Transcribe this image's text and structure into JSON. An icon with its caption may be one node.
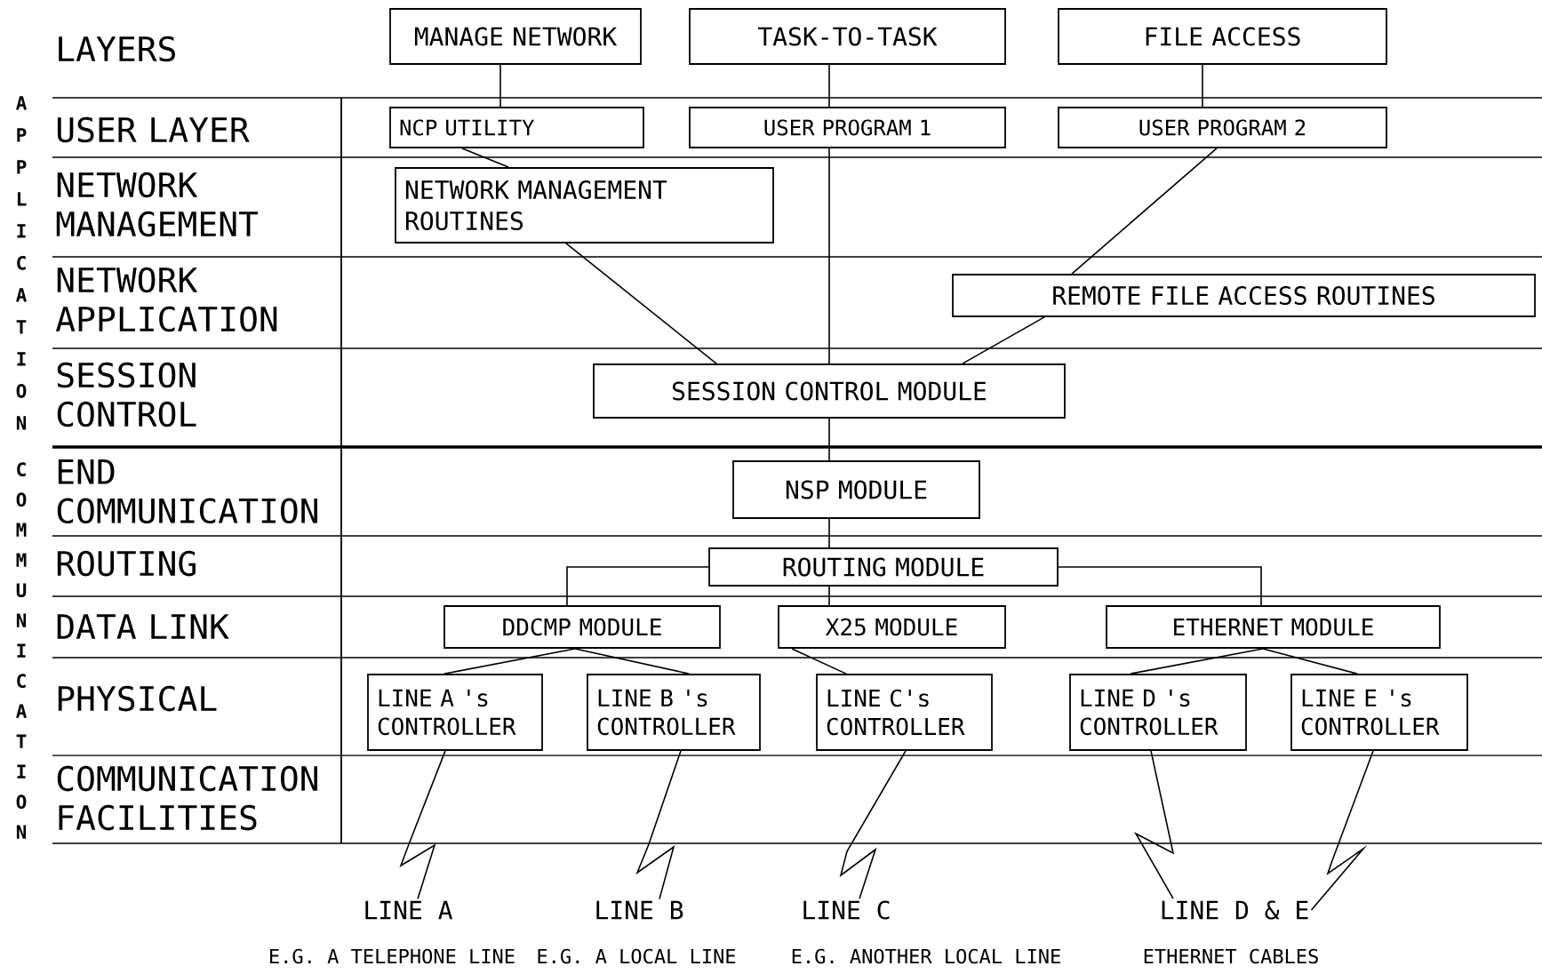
{
  "diagram": {
    "nodes": [
      {
        "text": [
          "MANAGE NETWORK"
        ]
      },
      {
        "text": [
          "TASK-TO-TASK"
        ]
      },
      {
        "text": [
          "FILE ACCESS"
        ]
      },
      {
        "text": [
          "NCP UTILITY"
        ]
      },
      {
        "text": [
          "USER PROGRAM 1"
        ]
      },
      {
        "text": [
          "USER PROGRAM 2"
        ]
      },
      {
        "text": [
          "NETWORK MANAGEMENT ROUTINES"
        ]
      },
      {
        "text": [
          "REMOTE FILE ACCESS ROUTINES"
        ]
      },
      {
        "text": [
          "SESSION CONTROL MODULE"
        ]
      },
      {
        "text": [
          "NSP MODULE"
        ]
      },
      {
        "text": [
          "ROUTING MODULE"
        ]
      },
      {
        "text": [
          "DDCMP MODULE"
        ]
      },
      {
        "text": [
          "X25 MODULE"
        ]
      },
      {
        "text": [
          "ETHERNET MODULE"
        ]
      },
      {
        "text": [
          "LINE A 's CONTROLLER"
        ]
      },
      {
        "text": [
          "LINE B 's CONTROLLER"
        ]
      },
      {
        "text": [
          "LINE C's CONTROLLER"
        ]
      },
      {
        "text": [
          "LINE D 's CONTROLLER"
        ]
      },
      {
        "text": [
          "LINE E 's CONTROLLER"
        ]
      },
      {
        "text": [
          "LINE A"
        ],
        "beside": [
          "E.G. A TELEPHONE LINE"
        ]
      },
      {
        "text": [
          "LINE B"
        ],
        "beside": [
          "E.G. A LOCAL LINE"
        ]
      },
      {
        "text": [
          "LINE C"
        ],
        "beside": [
          "E.G. ANOTHER LOCAL LINE"
        ]
      },
      {
        "text": [
          "LINE D & E"
        ],
        "beside": [
          "ETHERNET CABLES"
        ]
      }
    ],
    "edges": [
      {
        "from": 0,
        "to": 3,
        "arrow": "none"
      },
      {
        "from": 1,
        "to": 4,
        "arrow": "none"
      },
      {
        "from": 2,
        "to": 5,
        "arrow": "none"
      },
      {
        "from": 3,
        "to": 6,
        "arrow": "none"
      },
      {
        "from": 4,
        "to": 8,
        "arrow": "none"
      },
      {
        "from": 5,
        "to": 7,
        "arrow": "none"
      },
      {
        "from": 6,
        "to": 8,
        "arrow": "none"
      },
      {
        "from": 7,
        "to": 8,
        "arrow": "none"
      },
      {
        "from": 8,
        "to": 9,
        "arrow": "none"
      },
      {
        "from": 9,
        "to": 10,
        "arrow": "none"
      },
      {
        "from": 10,
        "to": 11,
        "arrow": "none"
      },
      {
        "from": 10,
        "to": 12,
        "arrow": "none"
      },
      {
        "from": 10,
        "to": 13,
        "arrow": "none"
      },
      {
        "from": 11,
        "to": 14,
        "arrow": "none"
      },
      {
        "from": 11,
        "to": 15,
        "arrow": "none"
      },
      {
        "from": 12,
        "to": 16,
        "arrow": "none"
      },
      {
        "from": 13,
        "to": 17,
        "arrow": "none"
      },
      {
        "from": 13,
        "to": 18,
        "arrow": "none"
      },
      {
        "from": 14,
        "to": 19,
        "arrow": "none"
      },
      {
        "from": 15,
        "to": 20,
        "arrow": "none"
      },
      {
        "from": 16,
        "to": 21,
        "arrow": "none"
      },
      {
        "from": 17,
        "to": 22,
        "arrow": "none"
      },
      {
        "from": 18,
        "to": 22,
        "arrow": "none"
      }
    ],
    "labels": [
      "APPLICATION",
      "COMMUNICATION",
      "LAYERS",
      "USER LAYER",
      "NETWORK MANAGEMENT",
      "NETWORK APPLICATION",
      "SESSION CONTROL",
      "END COMMUNICATION",
      "ROUTING",
      "DATA LINK",
      "PHYSICAL",
      "COMMUNICATION FACILITIES"
    ]
  }
}
